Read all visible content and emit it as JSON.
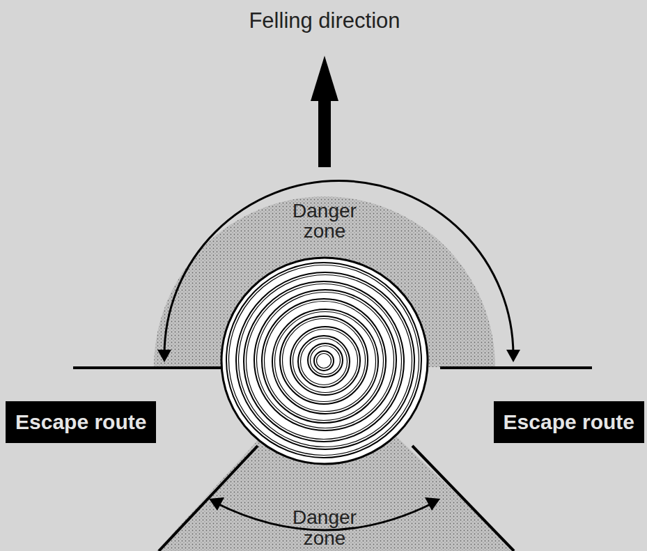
{
  "diagram": {
    "nodes": [
      {
        "text": [
          "Escape route"
        ]
      },
      {
        "text": [
          "Escape route"
        ]
      }
    ],
    "labels": [
      "Felling direction",
      "Danger zone",
      "Danger zone"
    ]
  }
}
